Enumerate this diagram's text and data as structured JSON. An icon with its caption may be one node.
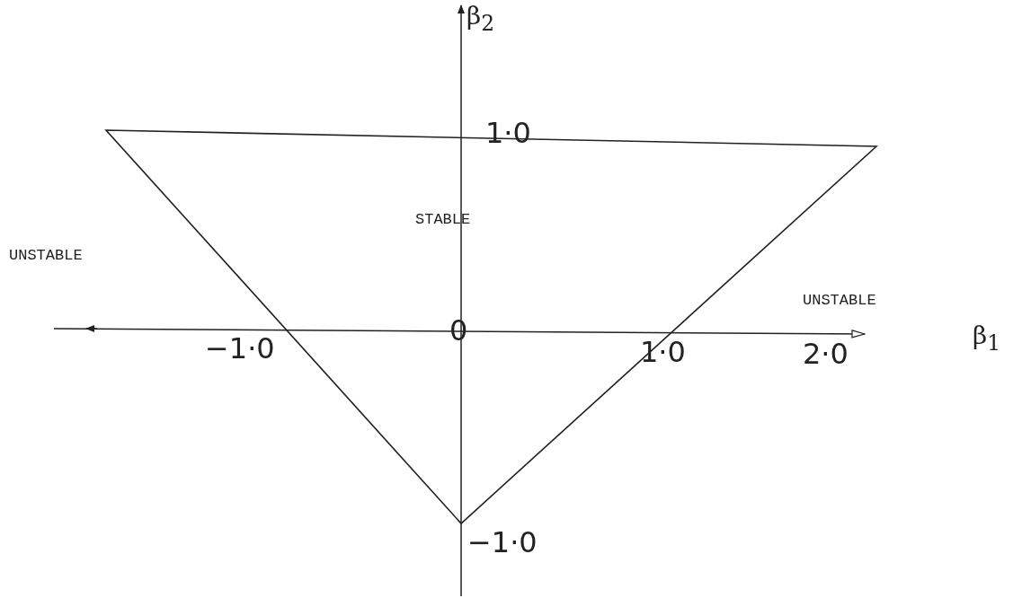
{
  "diagram": {
    "labels": [
      "β$_{2}$",
      "1·0",
      "STABLE",
      "UNSTABLE",
      "UNSTABLE",
      "−1·0",
      "0",
      "1·0",
      "2·0",
      "β$_{1}$",
      "−1·0"
    ]
  }
}
